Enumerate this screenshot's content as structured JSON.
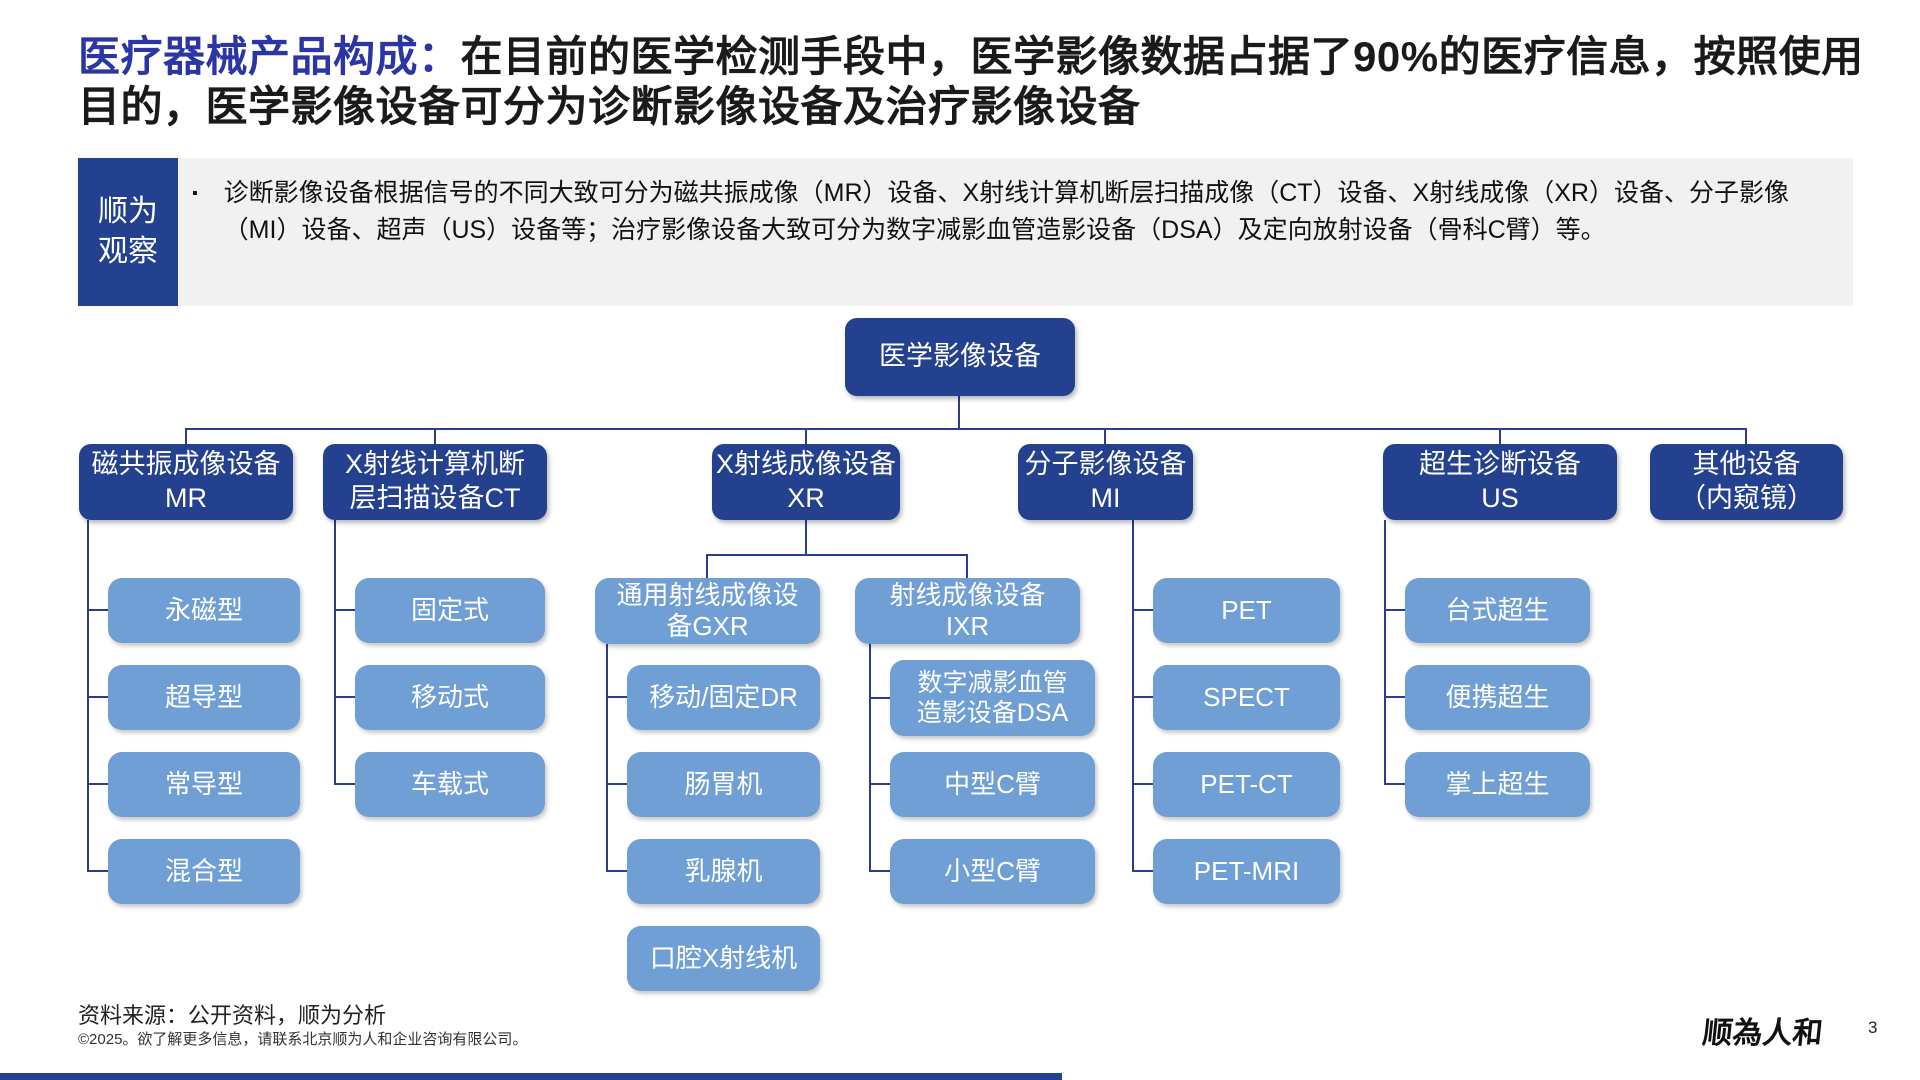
{
  "title": {
    "highlight": "医疗器械产品构成：",
    "rest": "在目前的医学检测手段中，医学影像数据占据了90%的医疗信息，按照使用目的，医学影像设备可分为诊断影像设备及治疗影像设备"
  },
  "observation": {
    "tab_line1": "顺为",
    "tab_line2": "观察",
    "bullet_marker": "▪",
    "bullet": "诊断影像设备根据信号的不同大致可分为磁共振成像（MR）设备、X射线计算机断层扫描成像（CT）设备、X射线成像（XR）设备、分子影像（MI）设备、超声（US）设备等；治疗影像设备大致可分为数字减影血管造影设备（DSA）及定向放射设备（骨科C臂）等。"
  },
  "tree": {
    "root": "医学影像设备",
    "l2": {
      "mr": {
        "l1": "磁共振成像设备",
        "l2": "MR"
      },
      "ct": {
        "l1": "X射线计算机断",
        "l2": "层扫描设备CT"
      },
      "xr": {
        "l1": "X射线成像设备",
        "l2": "XR"
      },
      "mi": {
        "l1": "分子影像设备",
        "l2": "MI"
      },
      "us": {
        "l1": "超生诊断设备",
        "l2": "US"
      },
      "other": {
        "l1": "其他设备",
        "l2": "（内窥镜）"
      }
    },
    "l3": {
      "gxr": {
        "l1": "通用射线成像设",
        "l2": "备GXR"
      },
      "ixr": {
        "l1": "射线成像设备",
        "l2": "IXR"
      }
    },
    "leaves": {
      "mr": [
        "永磁型",
        "超导型",
        "常导型",
        "混合型"
      ],
      "ct": [
        "固定式",
        "移动式",
        "车载式"
      ],
      "gxr": [
        "移动/固定DR",
        "肠胃机",
        "乳腺机",
        "口腔X射线机"
      ],
      "ixr_dsa": {
        "l1": "数字减影血管",
        "l2": "造影设备DSA"
      },
      "ixr": [
        "中型C臂",
        "小型C臂"
      ],
      "mi": [
        "PET",
        "SPECT",
        "PET-CT",
        "PET-MRI"
      ],
      "us": [
        "台式超生",
        "便携超生",
        "掌上超生"
      ]
    }
  },
  "footer": {
    "source": "资料来源：公开资料，顺为分析",
    "copyright": "©2025。欲了解更多信息，请联系北京顺为人和企业咨询有限公司。",
    "logo": "顺為人和",
    "page": "3"
  },
  "colors": {
    "dark_blue": "#24418f",
    "light_blue": "#6f9fd4",
    "title_blue": "#2b35a3",
    "connector": "#2b3e8c",
    "panel_gray": "#f1f1f1"
  }
}
